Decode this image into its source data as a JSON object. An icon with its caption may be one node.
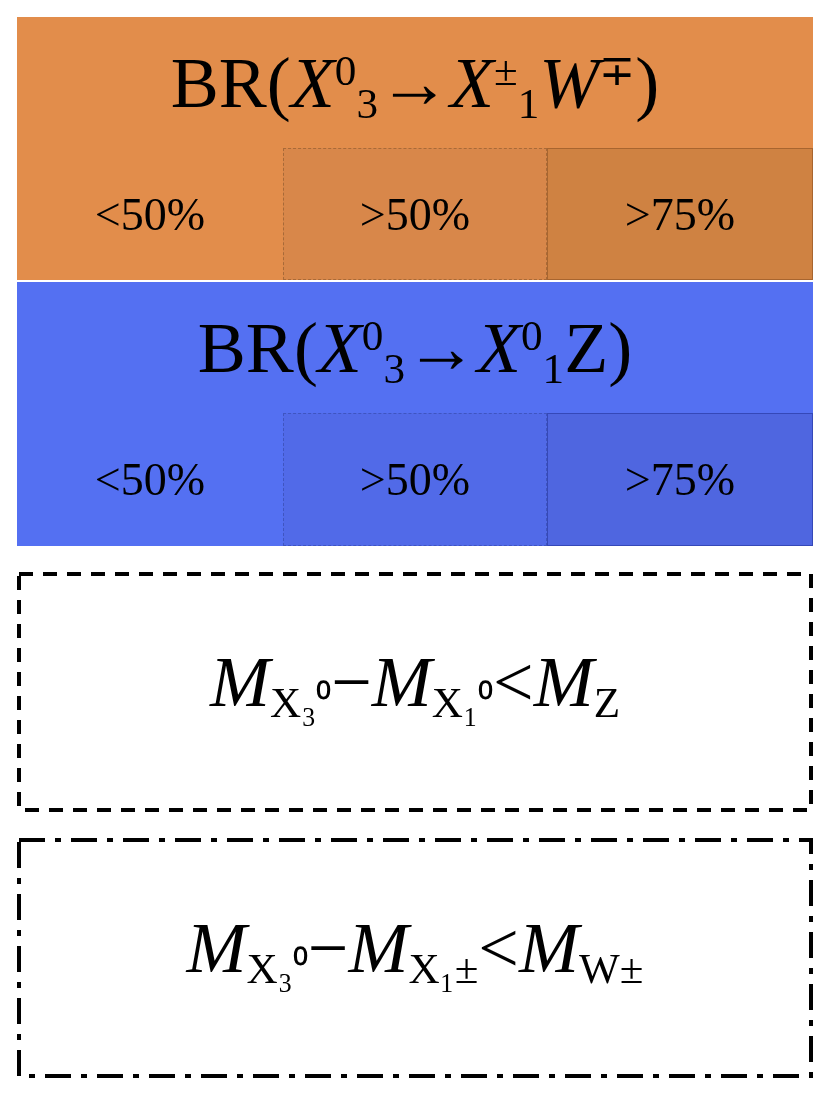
{
  "diagram": {
    "nodes": [
      {
        "text": [
          "BR(*X*$^{0}$$_{3}$→*X*$^{±}$$_{1}$*W*$^{∓}$)"
        ]
      },
      {
        "text": [
          "<50%"
        ],
        "in": 0
      },
      {
        "text": [
          ">50%"
        ],
        "in": 0
      },
      {
        "text": [
          ">75%"
        ],
        "in": 0
      },
      {
        "text": [
          "BR(*X*$^{0}$$_{3}$→*X*$^{0}$$_{1}$Z)"
        ]
      },
      {
        "text": [
          "<50%"
        ],
        "in": 4
      },
      {
        "text": [
          ">50%"
        ],
        "in": 4
      },
      {
        "text": [
          ">75%"
        ],
        "in": 4
      },
      {
        "text": [
          "*M*$_{X₃⁰}$−*M*$_{X₁⁰}$<*M*$_{Z}$"
        ]
      },
      {
        "text": [
          "*M*$_{X₃⁰}$−*M*$_{X₁±}$<*M*$_{W±}$"
        ]
      }
    ],
    "edges": []
  }
}
